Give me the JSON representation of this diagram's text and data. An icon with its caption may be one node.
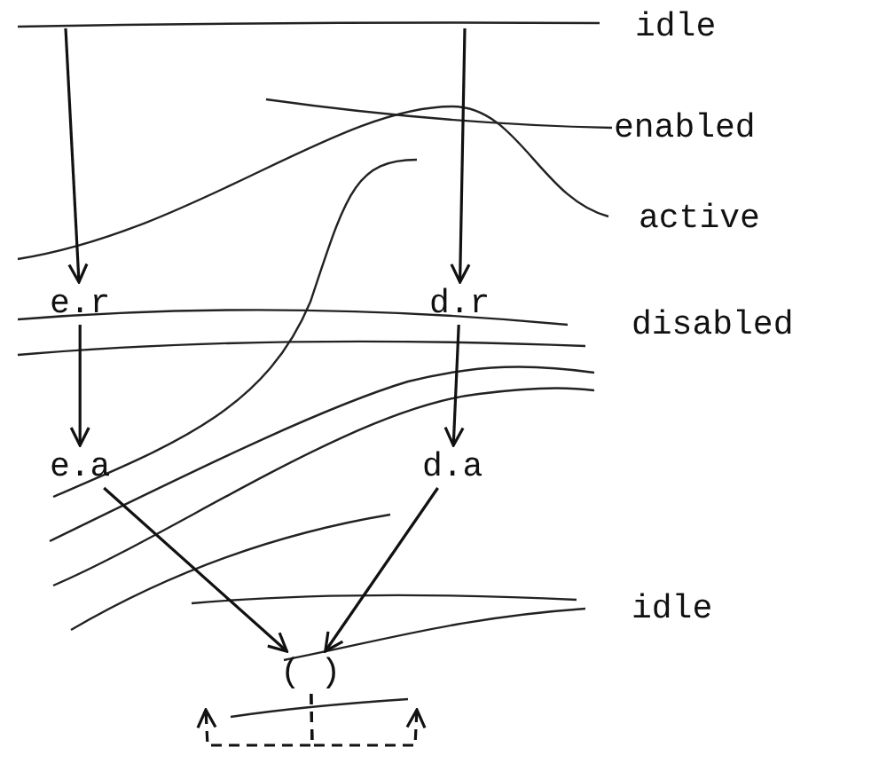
{
  "diagram": {
    "nodes": [
      {
        "text": [
          "e.r"
        ]
      },
      {
        "text": [
          "d.r"
        ]
      },
      {
        "text": [
          "e.a"
        ]
      },
      {
        "text": [
          "d.a"
        ]
      },
      {
        "text": [
          "( )"
        ]
      }
    ],
    "edges": [
      {
        "from": null,
        "to": 0,
        "arrow": "to"
      },
      {
        "from": null,
        "to": 1,
        "arrow": "to"
      },
      {
        "from": 0,
        "to": 2,
        "arrow": "to"
      },
      {
        "from": 1,
        "to": 3,
        "arrow": "to"
      },
      {
        "from": 2,
        "to": 4,
        "arrow": "to"
      },
      {
        "from": 3,
        "to": 4,
        "arrow": "to"
      },
      {
        "from": 4,
        "to": null,
        "arrow": "to",
        "style": "dashed"
      },
      {
        "from": 4,
        "to": null,
        "arrow": "to",
        "style": "dashed"
      }
    ],
    "labels": [
      "idle",
      "enabled",
      "active",
      "disabled",
      "idle"
    ]
  }
}
